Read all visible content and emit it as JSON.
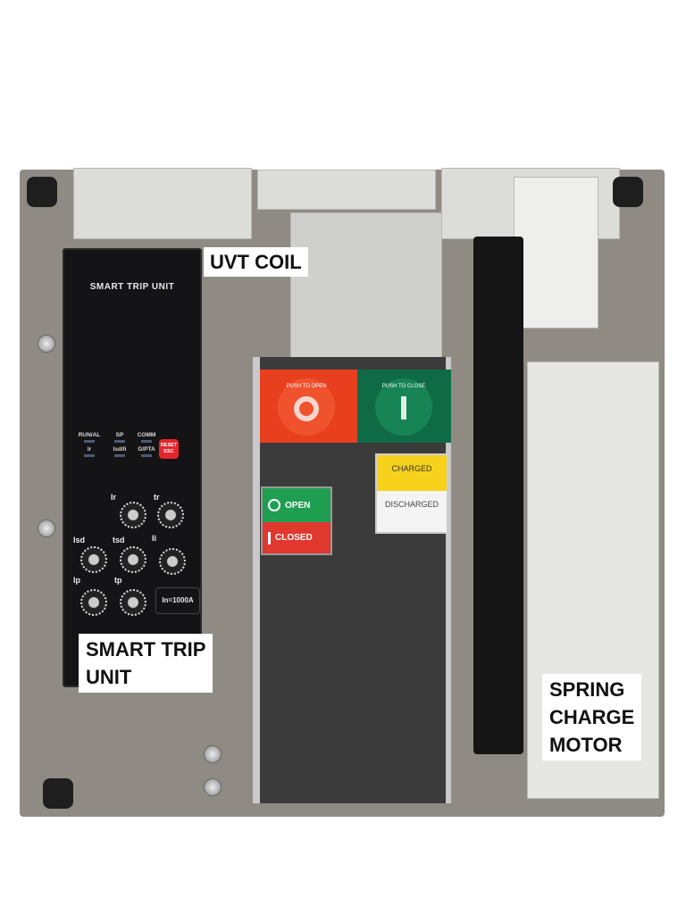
{
  "callouts": {
    "uvt_coil": "UVT COIL",
    "smart_trip_unit": [
      "SMART TRIP",
      "UNIT"
    ],
    "spring_charge_motor": [
      "SPRING",
      "CHARGE",
      "MOTOR"
    ]
  },
  "trip_unit": {
    "title": "SMART TRIP UNIT",
    "leds": [
      "RUN/AL",
      "SP",
      "COMM",
      "Ir",
      "Isd/Ii",
      "G/PTA"
    ],
    "reset": [
      "RESET",
      "ESC"
    ],
    "dials": [
      "Ir",
      "tr",
      "Isd",
      "tsd",
      "Ii",
      "Ip",
      "tp"
    ],
    "rating": "In=1000A"
  },
  "controls": {
    "push_to_open": "PUSH TO OPEN",
    "push_to_close": "PUSH TO CLOSE",
    "open": "OPEN",
    "closed": "CLOSED",
    "charged": "CHARGED",
    "discharged": "DISCHARGED"
  }
}
